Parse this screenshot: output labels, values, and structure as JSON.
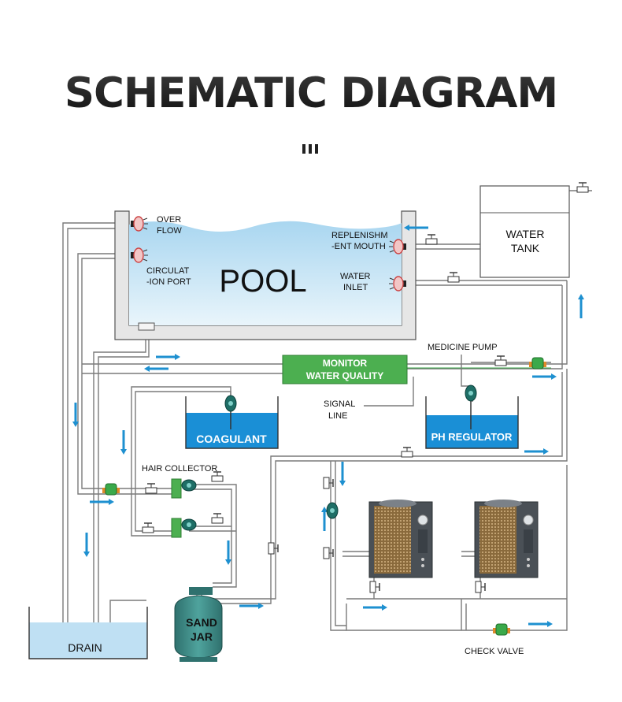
{
  "title": "SCHEMATIC DIAGRAM",
  "labels": {
    "overflow_1": "OVER",
    "overflow_2": "FLOW",
    "circulation_1": "CIRCULAT",
    "circulation_2": "-ION PORT",
    "pool": "POOL",
    "replenish_1": "REPLENISHM",
    "replenish_2": "-ENT MOUTH",
    "water_inlet_1": "WATER",
    "water_inlet_2": "INLET",
    "water_tank_1": "WATER",
    "water_tank_2": "TANK",
    "monitor_1": "MONITOR",
    "monitor_2": "WATER QUALITY",
    "medicine_pump": "MEDICINE PUMP",
    "signal_line_1": "SIGNAL",
    "signal_line_2": "LINE",
    "coagulant": "COAGULANT",
    "ph_regulator": "PH REGULATOR",
    "hair_collector": "HAIR COLLECTOR",
    "sand_jar_1": "SAND",
    "sand_jar_2": "JAR",
    "drain": "DRAIN",
    "check_valve": "CHECK VALVE"
  },
  "colors": {
    "pipe": "#7a7a7a",
    "wall": "#e6e6e6",
    "water": "#bfe0f3",
    "tank_liquid": "#1a8fd6",
    "monitor": "#4caf50",
    "arrow": "#1e90d0",
    "sand_jar": "#3b8a85"
  }
}
